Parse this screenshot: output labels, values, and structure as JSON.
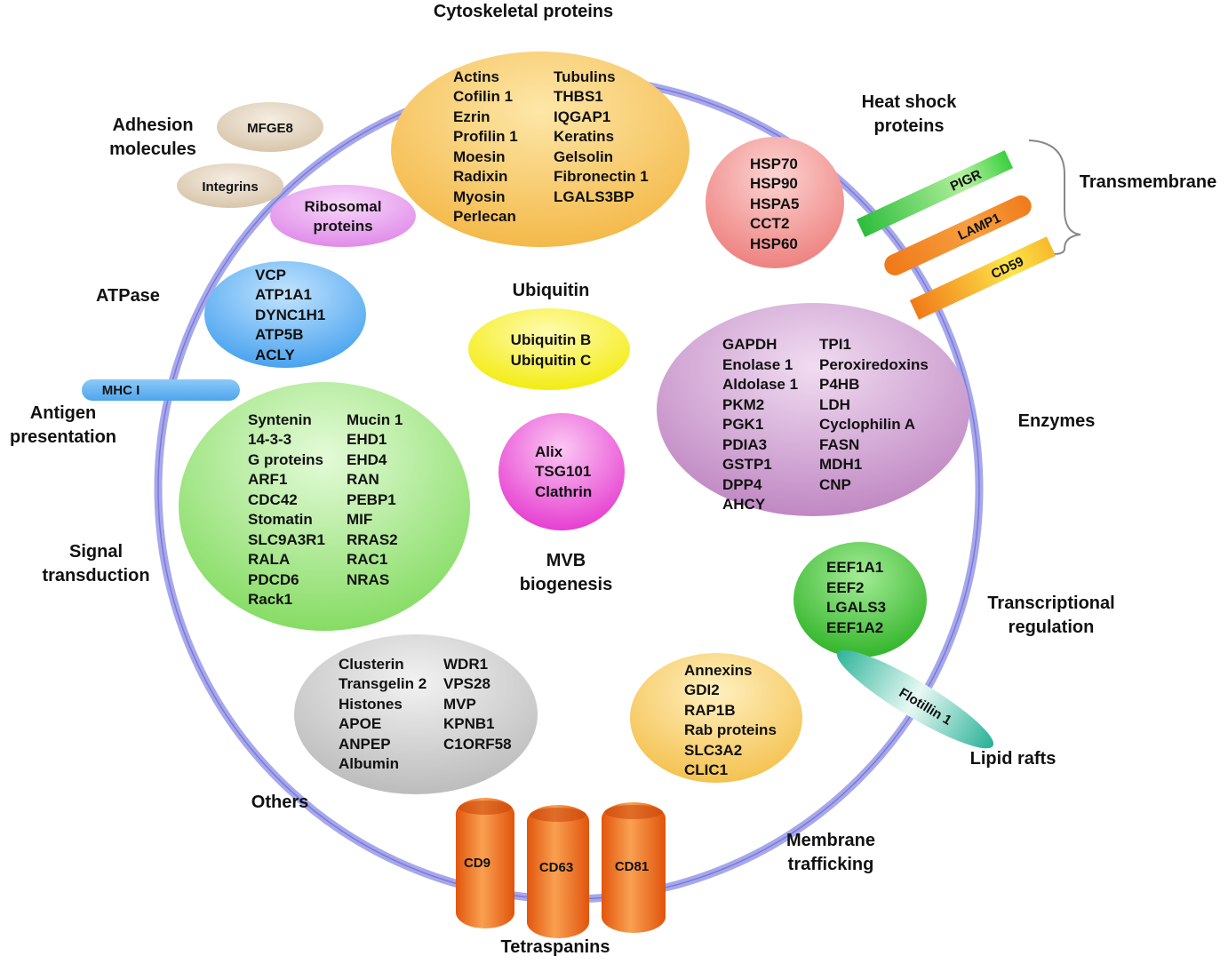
{
  "categories": {
    "cytoskeletal": "Cytoskeletal proteins",
    "adhesion": [
      "Adhesion",
      "molecules"
    ],
    "heat_shock": [
      "Heat shock",
      "proteins"
    ],
    "transmembrane": "Transmembrane",
    "atpase": "ATPase",
    "ubiquitin": "Ubiquitin",
    "antigen": [
      "Antigen",
      "presentation"
    ],
    "enzymes": "Enzymes",
    "signal": [
      "Signal",
      "transduction"
    ],
    "mvb": [
      "MVB",
      "biogenesis"
    ],
    "transcriptional": [
      "Transcriptional",
      "regulation"
    ],
    "lipid_rafts": "Lipid rafts",
    "others": "Others",
    "membrane_trafficking": [
      "Membrane",
      "trafficking"
    ],
    "tetraspanins": "Tetraspanins"
  },
  "groups": {
    "cytoskeletal": {
      "color": "#f4b94a",
      "col1": [
        "Actins",
        "Cofilin 1",
        "Ezrin",
        "Profilin 1",
        "Moesin",
        "Radixin",
        "Myosin",
        "Perlecan"
      ],
      "col2": [
        "Tubulins",
        "THBS1",
        "IQGAP1",
        "Keratins",
        "Gelsolin",
        "Fibronectin 1",
        "LGALS3BP"
      ]
    },
    "heat_shock": {
      "color": "#f08a86",
      "col1": [
        "HSP70",
        "HSP90",
        "HSPA5",
        "CCT2",
        "HSP60"
      ]
    },
    "ribosomal": {
      "color": "#e391ec",
      "col1": [
        "Ribosomal",
        "proteins"
      ]
    },
    "atpase": {
      "color": "#55aaf0",
      "col1": [
        "VCP",
        "ATP1A1",
        "DYNC1H1",
        "ATP5B",
        "ACLY"
      ]
    },
    "ubiquitin": {
      "color": "#f5f020",
      "col1": [
        "Ubiquitin B",
        "Ubiquitin C"
      ]
    },
    "enzymes": {
      "color": "#c48ac6",
      "col1": [
        "GAPDH",
        "Enolase 1",
        "Aldolase 1",
        "PKM2",
        "PGK1",
        "PDIA3",
        "GSTP1",
        "DPP4",
        "AHCY"
      ],
      "col2": [
        "TPI1",
        "Peroxiredoxins",
        "P4HB",
        "LDH",
        "Cyclophilin A",
        "FASN",
        "MDH1",
        "CNP"
      ]
    },
    "signal": {
      "color": "#8fe070",
      "col1": [
        "Syntenin",
        "14-3-3",
        "G proteins",
        "ARF1",
        "CDC42",
        "Stomatin",
        "SLC9A3R1",
        "RALA",
        "PDCD6",
        "Rack1"
      ],
      "col2": [
        "Mucin 1",
        "EHD1",
        "EHD4",
        "RAN",
        "PEBP1",
        "MIF",
        "RRAS2",
        "RAC1",
        "NRAS"
      ]
    },
    "mvb": {
      "color": "#ea4fd6",
      "col1": [
        "Alix",
        "TSG101",
        "Clathrin"
      ]
    },
    "transcriptional": {
      "color": "#46c53c",
      "col1": [
        "EEF1A1",
        "EEF2",
        "LGALS3",
        "EEF1A2"
      ]
    },
    "others": {
      "color": "#c6c6c6",
      "col1": [
        "Clusterin",
        "Transgelin 2",
        "Histones",
        "APOE",
        "ANPEP",
        "Albumin"
      ],
      "col2": [
        "WDR1",
        "VPS28",
        "MVP",
        "KPNB1",
        "C1ORF58"
      ]
    },
    "trafficking": {
      "color": "#f6c95a",
      "col1": [
        "Annexins",
        "GDI2",
        "RAP1B",
        "Rab proteins",
        "SLC3A2",
        "CLIC1"
      ]
    }
  },
  "membrane_proteins": {
    "mfge8": "MFGE8",
    "integrins": "Integrins",
    "mhc": "MHC I",
    "pigr": "PIGR",
    "lamp1": "LAMP1",
    "cd59": "CD59",
    "flotillin": "Flotillin 1",
    "cd9": "CD9",
    "cd63": "CD63",
    "cd81": "CD81"
  }
}
